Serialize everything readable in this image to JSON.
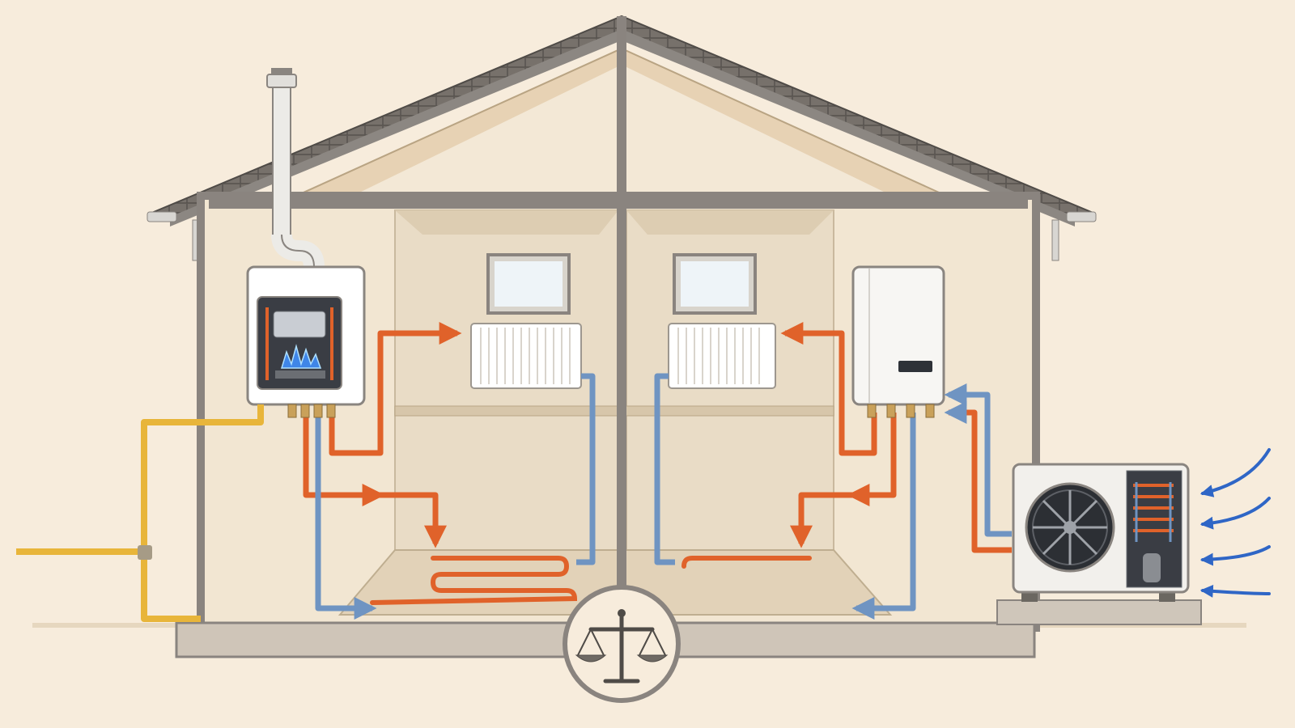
{
  "colors": {
    "background": "#f7ecdc",
    "roof_tiles": "#6e6a66",
    "wall_frame": "#8a847f",
    "interior_wall": "#f2e6d2",
    "room_back": "#e9dcc6",
    "hot_pipe": "#e0622a",
    "cold_pipe": "#6f94c2",
    "gas_pipe": "#e8b53a",
    "flame": "#3f86e8",
    "air_arrow": "#2f66c6",
    "metal": "#cfcfcf"
  },
  "icons": {
    "balance": "scales-of-justice-icon",
    "flame": "gas-flame-icon",
    "fan": "fan-icon"
  },
  "diagram": {
    "left_system": {
      "boiler": "gas-boiler",
      "fuel": "gas",
      "emitters": [
        "radiator",
        "underfloor-heating"
      ]
    },
    "right_system": {
      "unit": "heat-pump-indoor-unit",
      "outdoor": "air-source-heat-pump",
      "emitters": [
        "radiator",
        "underfloor-heating"
      ],
      "air_inflow_arrows": 4
    },
    "comparison_symbol": "balance-scale"
  }
}
